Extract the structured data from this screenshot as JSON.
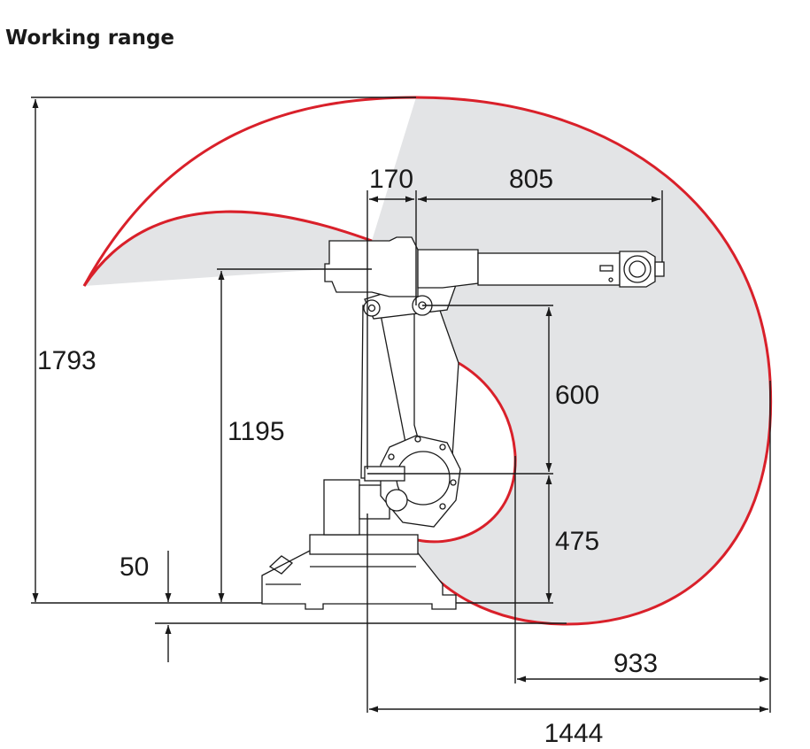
{
  "title": "Working range",
  "colors": {
    "range_line": "#d9202a",
    "range_fill": "#e3e4e6",
    "ink": "#1a1a1a"
  },
  "dimensions": {
    "total_height": "1793",
    "arm_offset": "170",
    "arm_length": "805",
    "axis_height": "1195",
    "upper_arm": "600",
    "base_height": "475",
    "base_offset": "50",
    "inner_reach": "933",
    "max_reach": "1444"
  }
}
